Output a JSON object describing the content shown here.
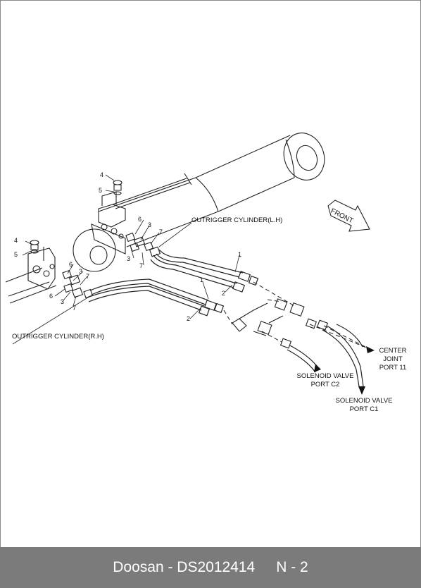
{
  "diagram": {
    "labels": {
      "outrigger_lh": "OUTRIGGER CYLINDER(L.H)",
      "outrigger_rh": "OUTRIGGER CYLINDER(R.H)",
      "front": "FRONT",
      "center_joint": [
        "CENTER",
        "JOINT",
        "PORT 11"
      ],
      "solenoid_c2": [
        "SOLENOID VALVE",
        "PORT C2"
      ],
      "solenoid_c1": [
        "SOLENOID VALVE",
        "PORT C1"
      ]
    },
    "callouts": {
      "n1": "1",
      "n2": "2",
      "n3": "3",
      "n4": "4",
      "n5": "5",
      "n6": "6",
      "n7": "7"
    }
  },
  "footer": {
    "brand": "Doosan - DS2012414",
    "page": "N - 2"
  }
}
